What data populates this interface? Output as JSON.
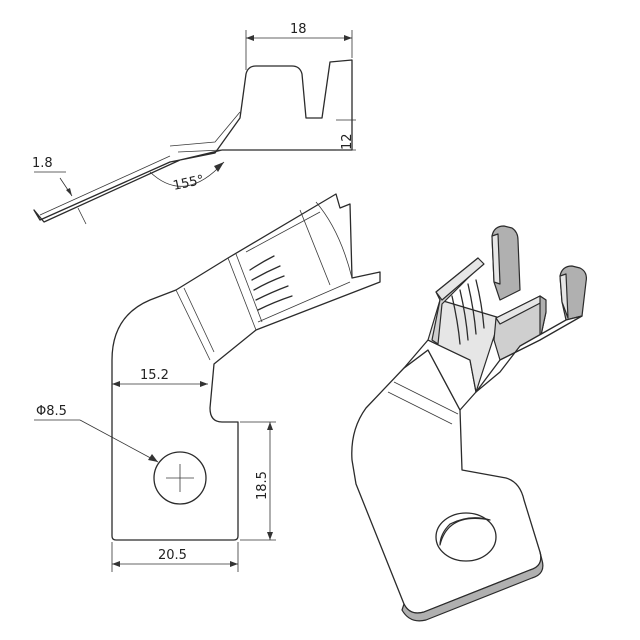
{
  "dimensions": {
    "side_width": "18",
    "side_height": "12",
    "thickness": "1.8",
    "angle": "155°",
    "hole_diameter": "Φ8.5",
    "inner_width": "15.2",
    "tab_height": "18.5",
    "total_width": "20.5"
  }
}
